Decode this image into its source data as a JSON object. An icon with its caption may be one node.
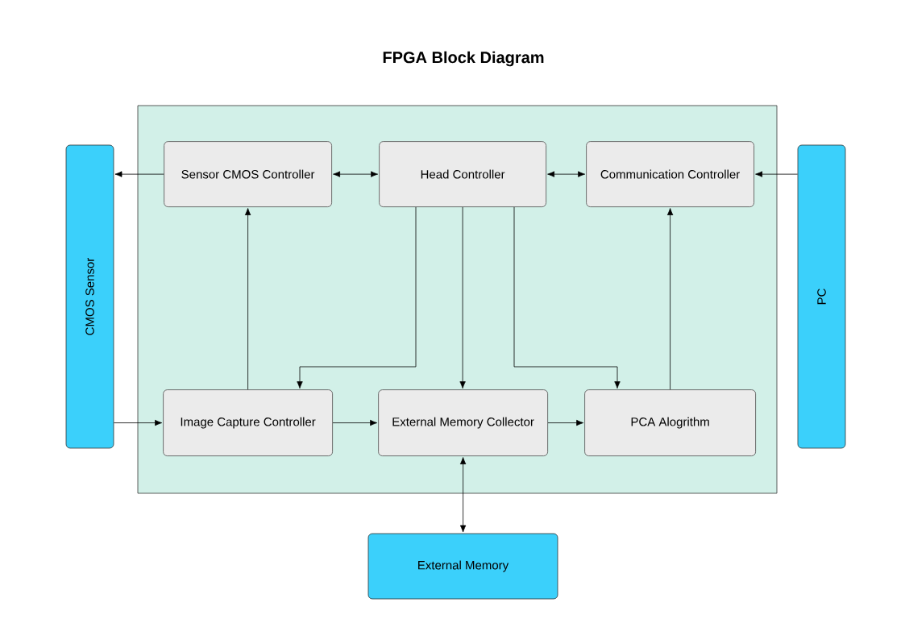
{
  "diagram": {
    "title": "FPGA Block Diagram",
    "nodes": [
      {
        "text": [],
        "shape": "box"
      },
      {
        "text": [
          "CMOS Sensor"
        ]
      },
      {
        "text": [
          "Sensor CMOS Controller"
        ],
        "in": 0
      },
      {
        "text": [
          "Head Controller"
        ],
        "in": 0
      },
      {
        "text": [
          "Communication Controller"
        ],
        "in": 0
      },
      {
        "text": [
          "PC"
        ]
      },
      {
        "text": [
          "Image Capture Controller"
        ],
        "in": 0
      },
      {
        "text": [
          "External Memory Collector"
        ],
        "in": 0
      },
      {
        "text": [
          "PCA Alogrithm"
        ],
        "in": 0
      },
      {
        "text": [
          "External Memory"
        ]
      }
    ],
    "edges": [
      {
        "from": 2,
        "to": 1,
        "arrow": "to"
      },
      {
        "from": 2,
        "to": 3,
        "arrow": "both"
      },
      {
        "from": 3,
        "to": 4,
        "arrow": "both"
      },
      {
        "from": 5,
        "to": 4,
        "arrow": "to"
      },
      {
        "from": 6,
        "to": 2,
        "arrow": "to"
      },
      {
        "from": 3,
        "to": 6,
        "arrow": "to"
      },
      {
        "from": 3,
        "to": 7,
        "arrow": "to"
      },
      {
        "from": 3,
        "to": 8,
        "arrow": "to"
      },
      {
        "from": 8,
        "to": 4,
        "arrow": "to"
      },
      {
        "from": 1,
        "to": 6,
        "arrow": "to"
      },
      {
        "from": 6,
        "to": 7,
        "arrow": "to"
      },
      {
        "from": 7,
        "to": 8,
        "arrow": "to"
      },
      {
        "from": 7,
        "to": 9,
        "arrow": "both"
      }
    ]
  }
}
